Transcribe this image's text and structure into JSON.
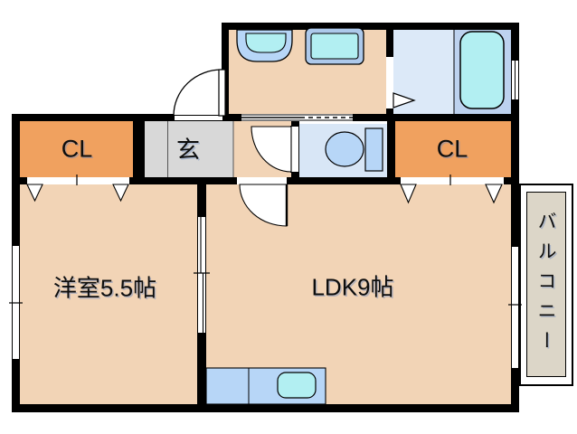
{
  "rooms": {
    "closet_left": {
      "label": "CL"
    },
    "genkan": {
      "label": "玄"
    },
    "closet_right": {
      "label": "CL"
    },
    "western_room": {
      "label": "洋室5.5帖"
    },
    "ldk": {
      "label": "LDK9帖"
    },
    "balcony": {
      "label": "バルコニー"
    }
  },
  "fixtures": {
    "washbasin": "washbasin-icon",
    "washing_machine_pan": "washing-machine-pan-icon",
    "bathtub": "bathtub-icon",
    "toilet": "toilet-icon",
    "kitchen_counter": "kitchen-counter-icon",
    "kitchen_sink": "kitchen-sink-icon"
  },
  "colors": {
    "wall": "#000000",
    "floor_tan": "#F2D4B6",
    "closet_orange": "#F0A15F",
    "entrance_gray": "#D8D8D8",
    "toilet_floor": "#D8E6F6",
    "bath_wash_floor": "#DCE9F8",
    "bath_tub_area": "#BDD2EF",
    "fixture_blue": "#B7D6F7",
    "fixture_cyan": "#B2EFF2",
    "balcony_floor": "#DCD6C8"
  }
}
